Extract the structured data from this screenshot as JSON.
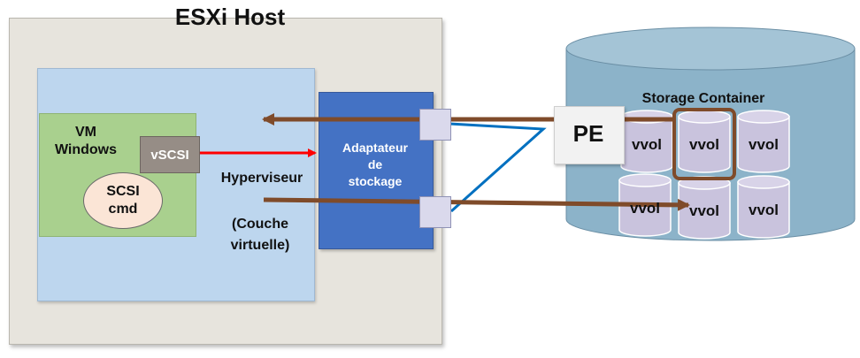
{
  "host": {
    "title": "ESXi Host"
  },
  "vm": {
    "label_line1": "VM",
    "label_line2": "Windows",
    "scsi_line1": "SCSI",
    "scsi_line2": "cmd"
  },
  "vscsi": {
    "label": "vSCSI"
  },
  "hypervisor": {
    "label": "Hyperviseur",
    "sub_line1": "(Couche",
    "sub_line2": "virtuelle)"
  },
  "adapter": {
    "line1": "Adaptateur",
    "line2": "de",
    "line3": "stockage"
  },
  "pe": {
    "label": "PE"
  },
  "storage": {
    "title": "Storage Container",
    "vvols": [
      "vvol",
      "vvol",
      "vvol",
      "vvol",
      "vvol",
      "vvol"
    ]
  },
  "colors": {
    "red_arrow": "#ff0000",
    "brown_arrow": "#7f4b2a",
    "blue_line": "#0070c0",
    "cylinder": "#8cb3c9",
    "vvol": "#c9c3dd"
  }
}
